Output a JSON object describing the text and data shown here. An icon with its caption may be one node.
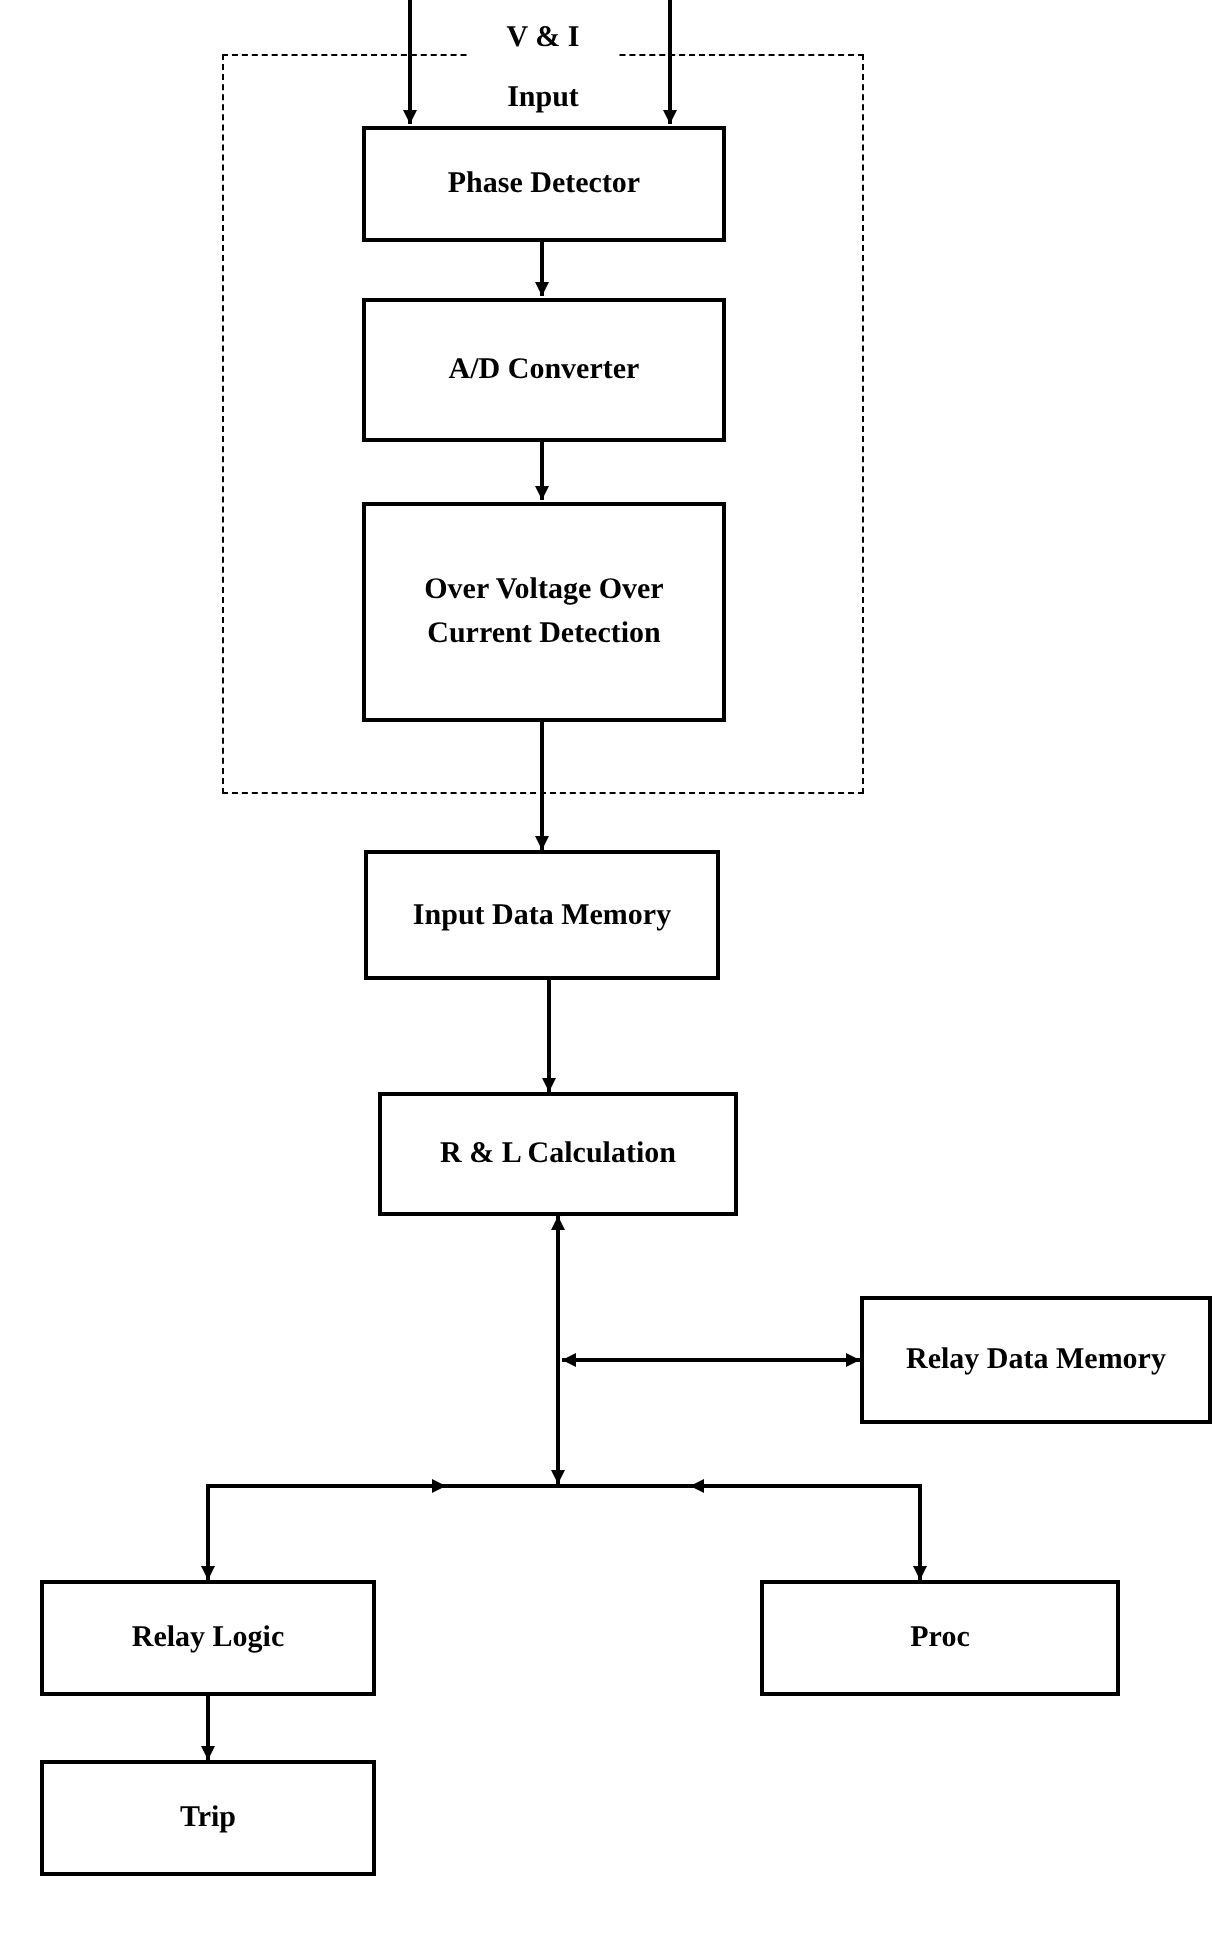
{
  "diagram": {
    "nodes": [
      {
        "text": [
          "V & I Input"
        ]
      },
      {
        "text": [
          "Phase Detector"
        ],
        "in": 0
      },
      {
        "text": [
          "A/D Converter"
        ],
        "in": 0
      },
      {
        "text": [
          "Over Voltage Over Current Detection"
        ],
        "in": 0
      },
      {
        "text": [
          "Input Data Memory"
        ]
      },
      {
        "text": [
          "R & L Calculation"
        ]
      },
      {
        "text": [
          "Relay Data Memory"
        ]
      },
      {
        "text": [
          "Relay Logic"
        ]
      },
      {
        "text": [
          "Proc"
        ]
      },
      {
        "text": [
          "Trip"
        ]
      },
      {
        "text": [],
        "shape": "bar"
      }
    ],
    "edges": [
      {
        "from": null,
        "to": 1,
        "arrow": "to"
      },
      {
        "from": null,
        "to": 1,
        "arrow": "to"
      },
      {
        "from": 1,
        "to": 2,
        "arrow": "to"
      },
      {
        "from": 2,
        "to": 3,
        "arrow": "to"
      },
      {
        "from": 3,
        "to": 4,
        "arrow": "to"
      },
      {
        "from": 4,
        "to": 5,
        "arrow": "to"
      },
      {
        "from": 5,
        "to": 10,
        "arrow": "both"
      },
      {
        "from": 6,
        "to": null,
        "arrow": "both"
      },
      {
        "from": 10,
        "to": 7,
        "arrow": "both"
      },
      {
        "from": 10,
        "to": 8,
        "arrow": "both"
      },
      {
        "from": 7,
        "to": 9,
        "arrow": "to"
      }
    ]
  }
}
